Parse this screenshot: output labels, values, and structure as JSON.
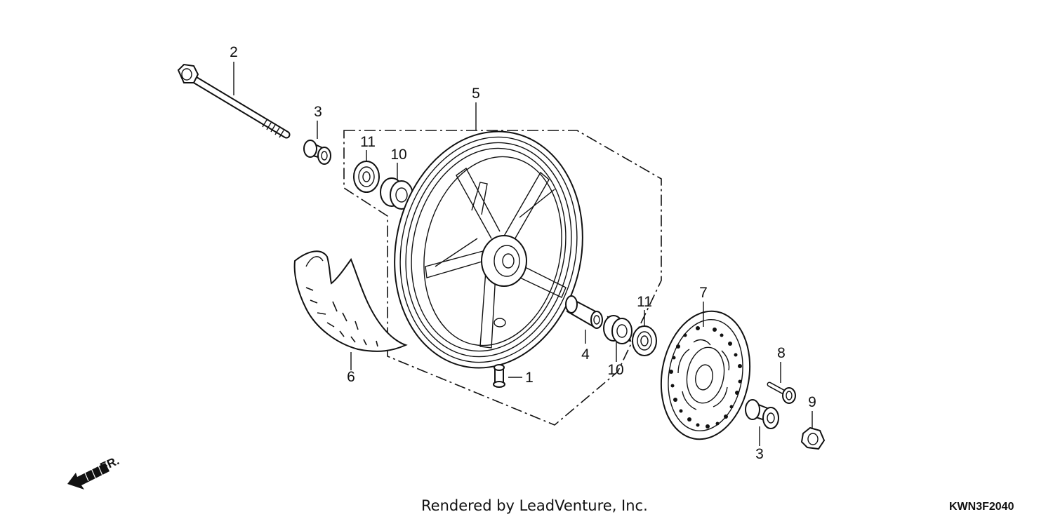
{
  "callouts": {
    "c1": "1",
    "c2": "2",
    "c3a": "3",
    "c3b": "3",
    "c4": "4",
    "c5": "5",
    "c6": "6",
    "c7": "7",
    "c8": "8",
    "c9": "9",
    "c10a": "10",
    "c10b": "10",
    "c11a": "11",
    "c11b": "11"
  },
  "direction_label": "FR.",
  "credit": "Rendered by LeadVenture, Inc.",
  "diagram_code": "KWN3F2040"
}
